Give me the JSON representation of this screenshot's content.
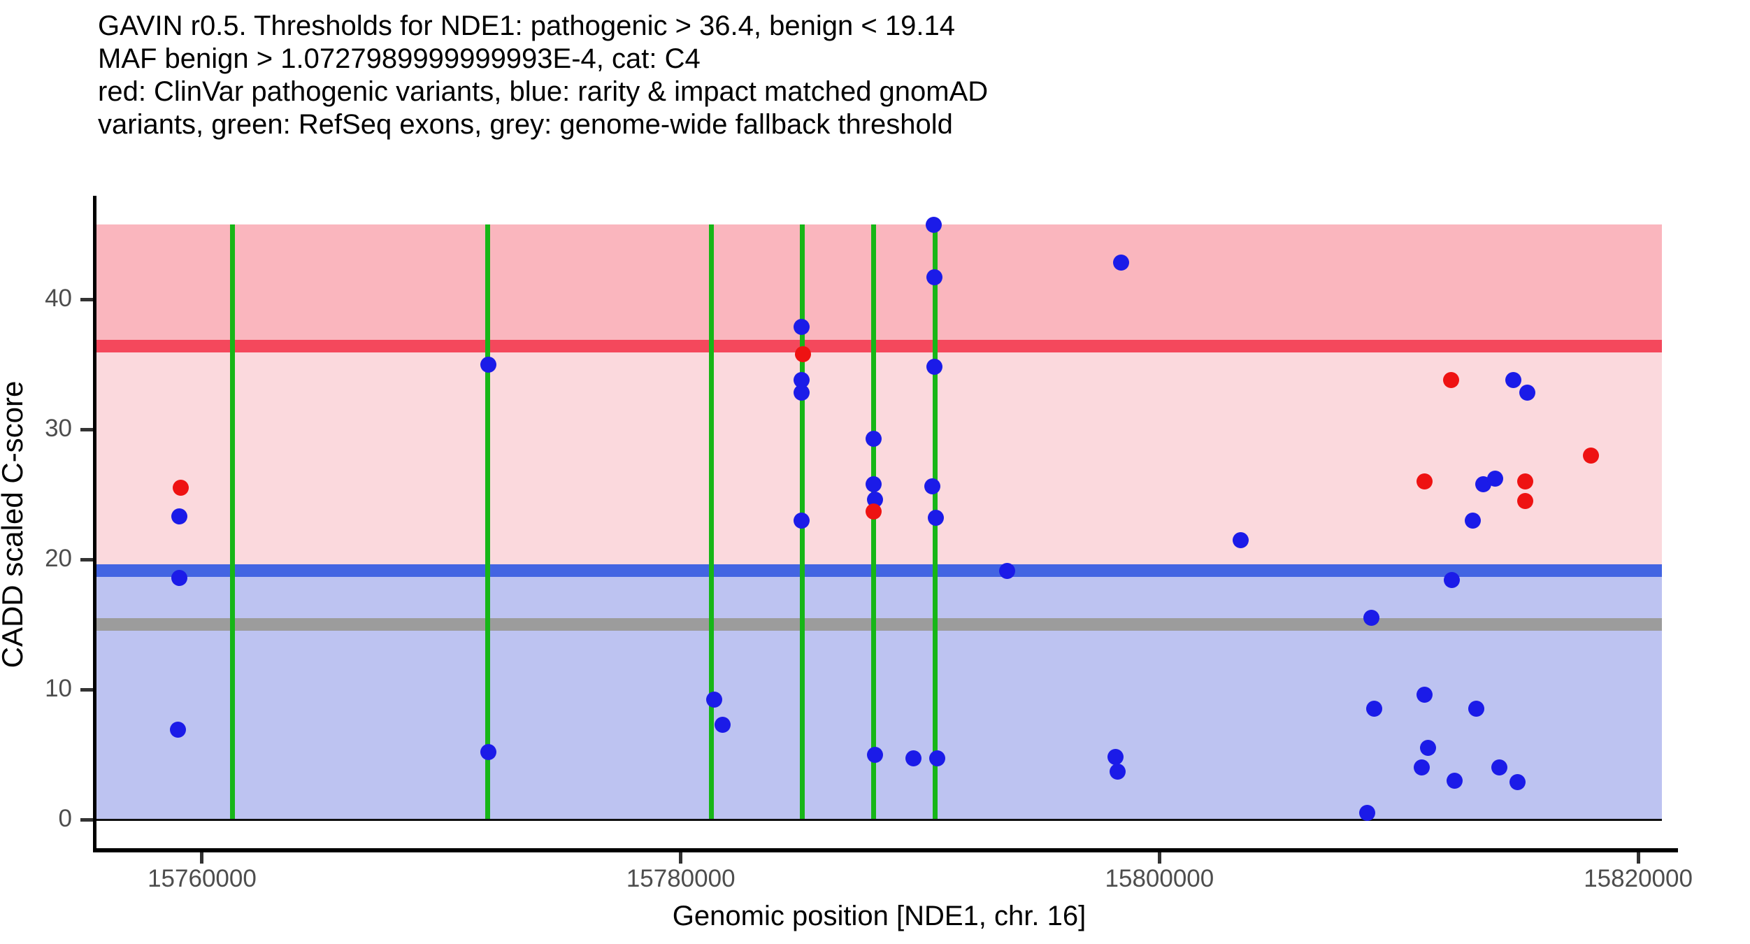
{
  "title": {
    "line1": "GAVIN r0.5. Thresholds for NDE1: pathogenic > 36.4, benign < 19.14",
    "line2": "MAF benign > 1.0727989999999993E-4, cat: C4",
    "line3": "red: ClinVar pathogenic variants, blue: rarity & impact matched gnomAD",
    "line4": "variants, green: RefSeq exons, grey: genome-wide fallback threshold"
  },
  "chart_data": {
    "type": "scatter",
    "xlabel": "Genomic position [NDE1, chr. 16]",
    "ylabel": "CADD scaled C-score",
    "x_ticks": [
      "15760000",
      "15780000",
      "15800000",
      "15820000"
    ],
    "x_tick_values": [
      15760000,
      15780000,
      15800000,
      15820000
    ],
    "y_ticks": [
      "0",
      "10",
      "20",
      "30",
      "40"
    ],
    "y_tick_values": [
      0,
      10,
      20,
      30,
      40
    ],
    "xlim": [
      15755590,
      15820990
    ],
    "ylim": [
      -2.2,
      48.0
    ],
    "region_top_score": 45.75,
    "thresholds": {
      "pathogenic": {
        "value": 36.4,
        "color": "#F4485C",
        "label": "pathogenic > 36.4"
      },
      "benign": {
        "value": 19.14,
        "color": "#4365E2",
        "label": "benign < 19.14"
      },
      "fallback": {
        "value": 15,
        "color": "#9C9C9C",
        "label": "genome-wide fallback threshold"
      }
    },
    "regions": {
      "pathogenic_color": "#FAB6BE",
      "intermediate_color": "#FBD9DD",
      "benign_color": "#BDC3F1"
    },
    "exons": {
      "name": "RefSeq exons",
      "color": "#17B617",
      "x": [
        15761260,
        15771940,
        15781290,
        15785080,
        15788060,
        15790630
      ]
    },
    "series": [
      {
        "name": "ClinVar pathogenic variants",
        "color": "#EE1212",
        "points": [
          [
            15759100,
            25.5
          ],
          [
            15785100,
            35.8
          ],
          [
            15788060,
            23.7
          ],
          [
            15812180,
            33.8
          ],
          [
            15818020,
            28.0
          ],
          [
            15811070,
            26.0
          ],
          [
            15815270,
            26.0
          ],
          [
            15815270,
            24.5
          ]
        ]
      },
      {
        "name": "rarity & impact matched gnomAD variants",
        "color": "#1B1BE8",
        "points": [
          [
            15759050,
            23.3
          ],
          [
            15759050,
            18.6
          ],
          [
            15759000,
            6.9
          ],
          [
            15771950,
            35.0
          ],
          [
            15771950,
            5.2
          ],
          [
            15781400,
            9.2
          ],
          [
            15781750,
            7.3
          ],
          [
            15785060,
            37.9
          ],
          [
            15785060,
            33.8
          ],
          [
            15785060,
            32.8
          ],
          [
            15785040,
            23.0
          ],
          [
            15788060,
            29.3
          ],
          [
            15788060,
            25.8
          ],
          [
            15788120,
            24.6
          ],
          [
            15788120,
            5.0
          ],
          [
            15789720,
            4.7
          ],
          [
            15790570,
            45.75
          ],
          [
            15790600,
            41.7
          ],
          [
            15790600,
            34.8
          ],
          [
            15790520,
            25.6
          ],
          [
            15790660,
            23.2
          ],
          [
            15790710,
            4.7
          ],
          [
            15793640,
            19.1
          ],
          [
            15798400,
            42.8
          ],
          [
            15798150,
            4.8
          ],
          [
            15798250,
            3.7
          ],
          [
            15803400,
            21.5
          ],
          [
            15814780,
            33.8
          ],
          [
            15815360,
            32.8
          ],
          [
            15813520,
            25.8
          ],
          [
            15814020,
            26.2
          ],
          [
            15813080,
            23.0
          ],
          [
            15812200,
            18.4
          ],
          [
            15808850,
            15.5
          ],
          [
            15811070,
            9.6
          ],
          [
            15808960,
            8.5
          ],
          [
            15813230,
            8.5
          ],
          [
            15811210,
            5.5
          ],
          [
            15810950,
            4.0
          ],
          [
            15812320,
            3.0
          ],
          [
            15814190,
            4.0
          ],
          [
            15814950,
            2.9
          ],
          [
            15808670,
            0.5
          ]
        ]
      }
    ]
  }
}
